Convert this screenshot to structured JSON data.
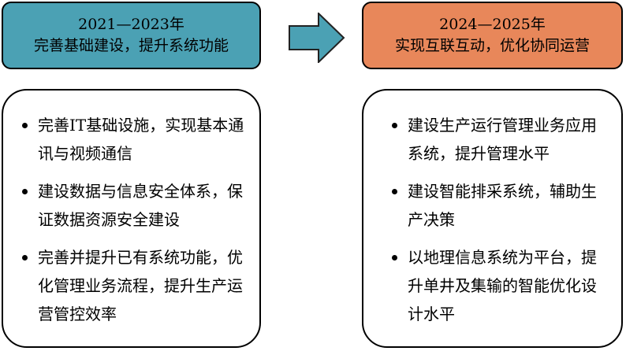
{
  "colors": {
    "left_header_bg": "#4ba1b4",
    "right_header_bg": "#e8875a",
    "arrow_fill": "#4ba1b4"
  },
  "left": {
    "years": "2021—2023年",
    "theme": "完善基础建设，提升系统功能",
    "items": [
      "完善IT基础设施，实现基本通讯与视频通信",
      "建设数据与信息安全体系，保证数据资源安全建设",
      "完善并提升已有系统功能，优化管理业务流程，提升生产运营管控效率"
    ]
  },
  "right": {
    "years": "2024—2025年",
    "theme": "实现互联互动，优化协同运营",
    "items": [
      "建设生产运行管理业务应用系统，提升管理水平",
      "建设智能排采系统，辅助生产决策",
      "以地理信息系统为平台，提升单井及集输的智能优化设计水平"
    ]
  }
}
